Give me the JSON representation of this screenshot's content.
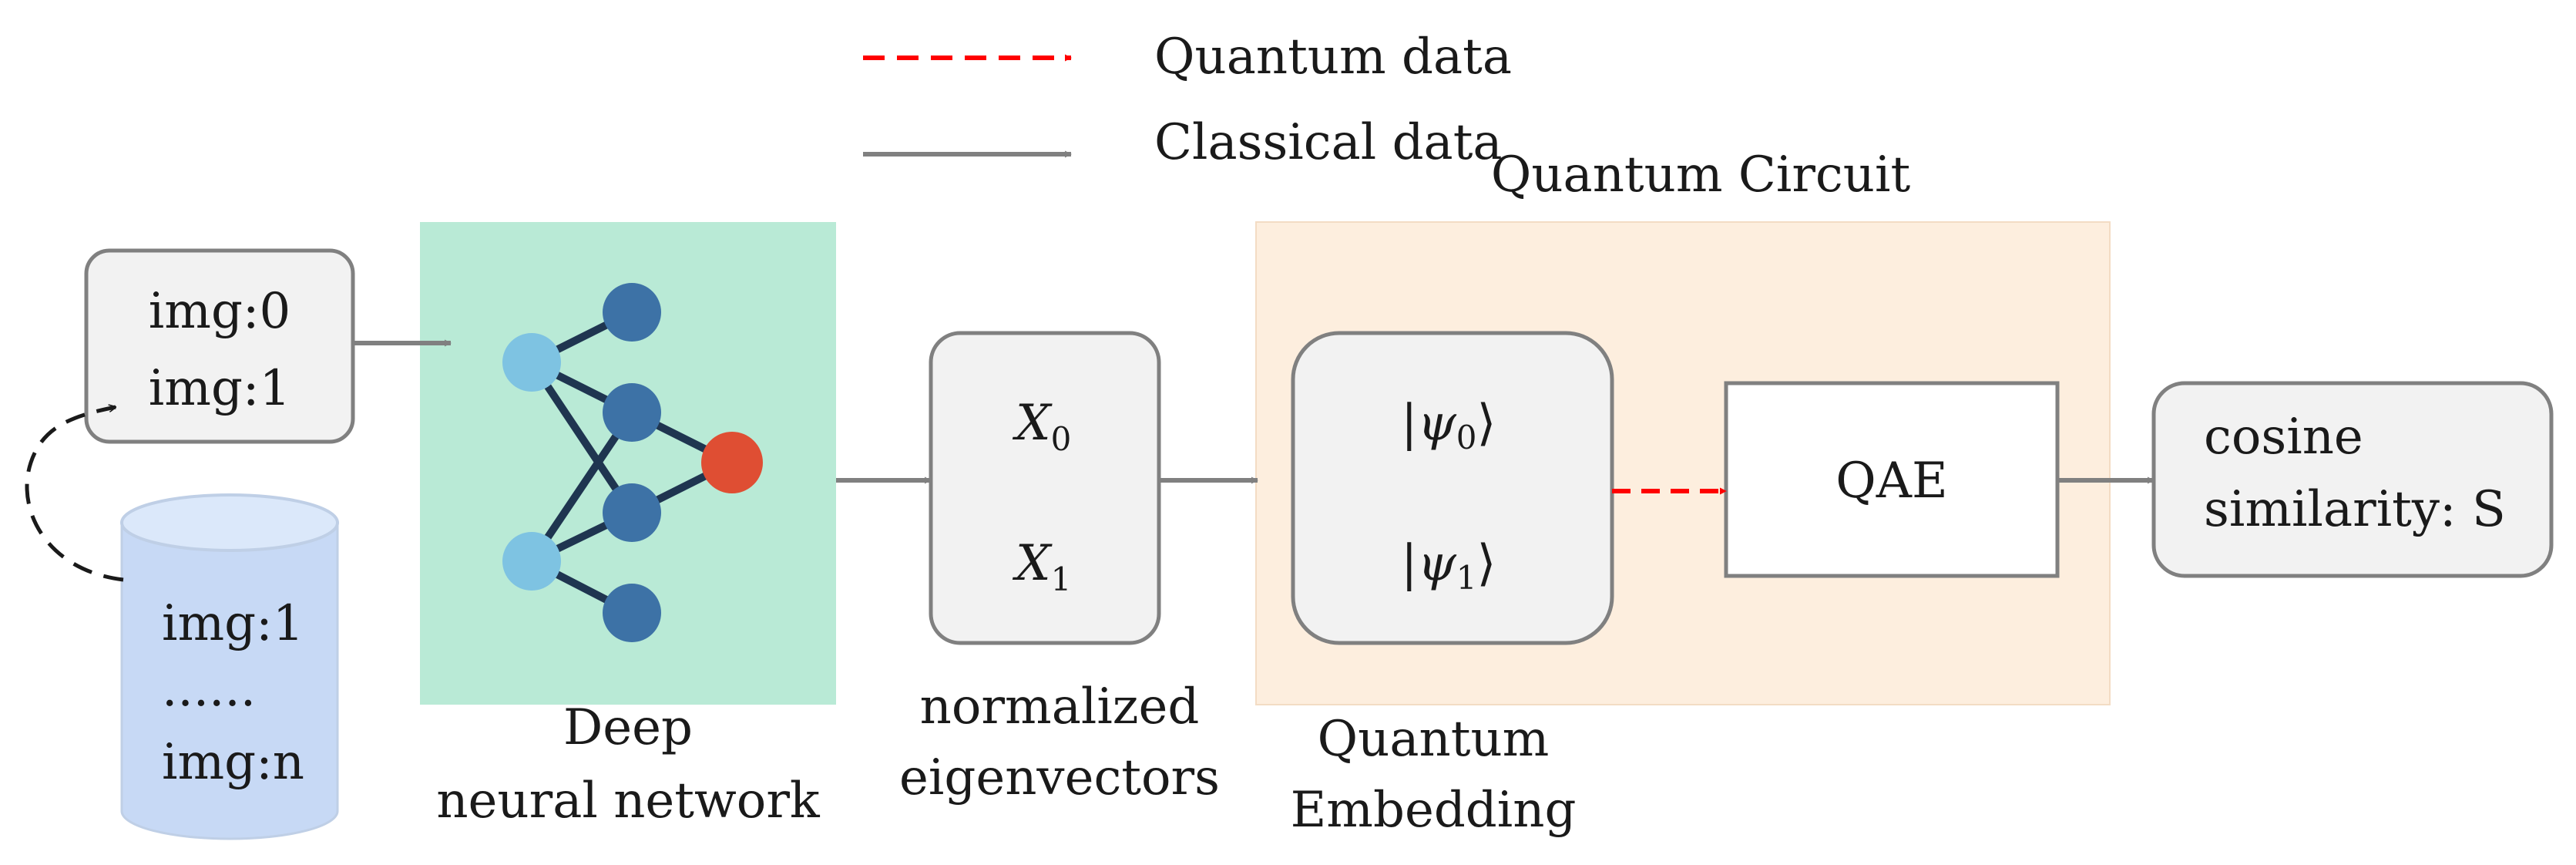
{
  "legend": {
    "quantum": "Quantum data",
    "classical": "Classical data"
  },
  "input_box": {
    "line1": "img:0",
    "line2": "img:1"
  },
  "database": {
    "line1": "img:1",
    "line2": "......",
    "line3": "img:n"
  },
  "dnn": {
    "label_line1": "Deep",
    "label_line2": "neural network"
  },
  "eigen_box": {
    "x0_symbol": "X",
    "x0_sub": "0",
    "x1_symbol": "X",
    "x1_sub": "1",
    "label_line1": "normalized",
    "label_line2": "eigenvectors"
  },
  "quantum_circuit": {
    "title": "Quantum Circuit"
  },
  "embedding_box": {
    "psi0_open": "|ψ",
    "psi0_sub": "0",
    "psi1_open": "|ψ",
    "psi1_sub": "1",
    "ket_close": "⟩",
    "label_line1": "Quantum",
    "label_line2": "Embedding"
  },
  "qae_box": {
    "label": "QAE"
  },
  "output_box": {
    "line1": "cosine",
    "line2": "similarity: S"
  },
  "colors": {
    "dnn_bg": "#b9ead6",
    "circuit_bg": "#fdeede",
    "box_fill": "#f2f2f2",
    "db_body": "#c7d9f5",
    "db_top": "#dbe8fa",
    "node_light": "#7ec3e2",
    "node_dark": "#3d72a6",
    "node_out": "#df4e33",
    "edge": "#1f3550",
    "quantum_arrow": "#ff0000",
    "classical_arrow": "#808080"
  }
}
